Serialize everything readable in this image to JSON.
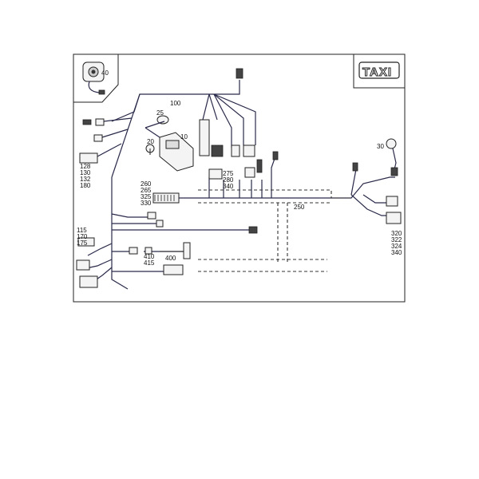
{
  "badge": {
    "text": "TAXI"
  },
  "labels": {
    "l40": "40",
    "l100": "100",
    "l25": "25",
    "l10": "10",
    "l20": "20",
    "l30": "30",
    "l128": "128",
    "l130": "130",
    "l132": "132",
    "l180": "180",
    "l260": "260",
    "l265": "265",
    "l325": "325",
    "l330": "330",
    "l275": "275",
    "l280": "280",
    "l340a": "340",
    "l250": "250",
    "l115": "115",
    "l170": "170",
    "l175": "175",
    "l410": "410",
    "l415": "415",
    "l400": "400",
    "l320": "320",
    "l322": "322",
    "l324": "324",
    "l340b": "340"
  }
}
